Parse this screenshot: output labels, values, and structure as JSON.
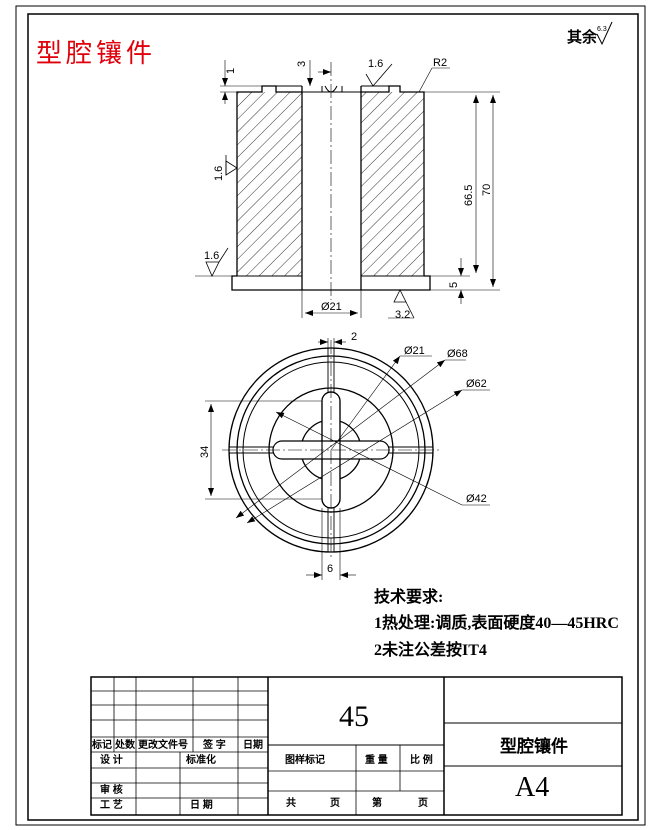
{
  "title": "型腔镶件",
  "roughness_note": {
    "label": "其余",
    "value": "6.3"
  },
  "front_view": {
    "dim_1": "1",
    "dim_3": "3",
    "roughness_top": "1.6",
    "radius": "R2",
    "roughness_side": "1.6",
    "roughness_bottom": "1.6",
    "dim_66_5": "66.5",
    "dim_70": "70",
    "dim_5": "5",
    "dim_bore": "Ø21",
    "roughness_base": "3.2"
  },
  "top_view": {
    "dim_2": "2",
    "dim_d21": "Ø21",
    "dim_d68": "Ø68",
    "dim_d62": "Ø62",
    "dim_34": "34",
    "dim_d42": "Ø42",
    "dim_6": "6"
  },
  "tech_requirements": {
    "heading": "技术要求:",
    "items": [
      "1热处理:调质,表面硬度40—45HRC",
      "2未注公差按IT4"
    ]
  },
  "title_block": {
    "material": "45",
    "part_name": "型腔镶件",
    "sheet_size": "A4",
    "rev_headers": [
      "标记",
      "处数",
      "更改文件号",
      "签 字",
      "日期"
    ],
    "design": "设 计",
    "standardize": "标准化",
    "review": "审 核",
    "process": "工 艺",
    "date": "日 期",
    "stage_mark": "图样标记",
    "weight": "重 量",
    "scale": "比 例",
    "total": "共",
    "sheet": "页",
    "number": "第",
    "page": "页"
  }
}
